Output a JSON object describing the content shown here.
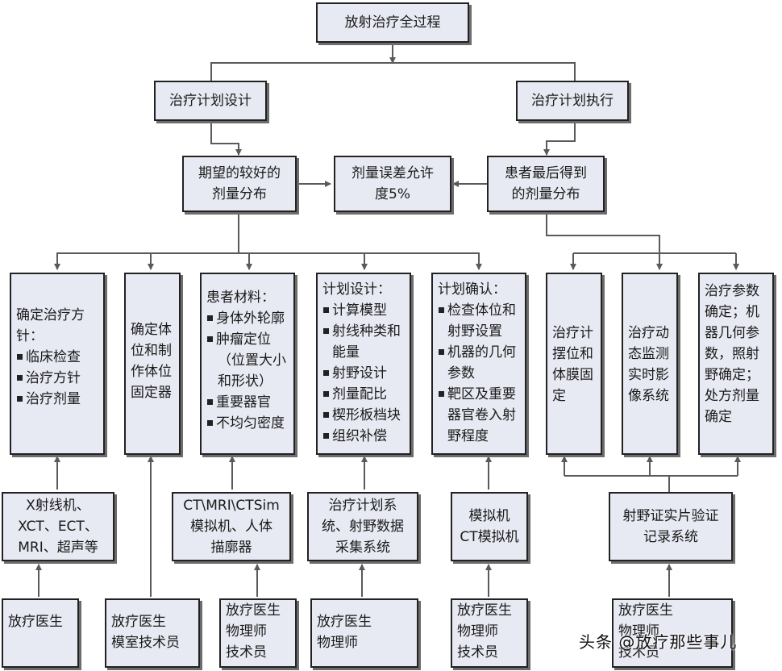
{
  "root": "放射治疗全过程",
  "design": "治疗计划设计",
  "execution": "治疗计划执行",
  "expected": "期望的较好的\n剂量分布",
  "tolerance": "剂量误差允许\n度5%",
  "received": "患者最后得到\n的剂量分布",
  "col1": {
    "title": "确定治疗方\n针：",
    "items": [
      "临床检查",
      "治疗方针",
      "治疗剂量"
    ],
    "equipment": "X射线机、\nXCT、ECT、\nMRI、超声等",
    "staff": "放疗医生"
  },
  "col2": {
    "text": "确定体\n位和制\n作体位\n固定器",
    "staff": "放疗医生\n模室技术员"
  },
  "col3": {
    "title": "患者材料：",
    "items": [
      "身体外轮廓",
      "肿瘤定位",
      "重要器官",
      "不均匀密度"
    ],
    "tumor_note": "（位置大小\n和形状）",
    "equipment": "CT\\MRI\\CTSim\n模拟机、人体\n描廓器",
    "staff": "放疗医生\n物理师\n技术员"
  },
  "col4": {
    "title": "计划设计：",
    "items": [
      "计算模型",
      "射线种类和\n能量",
      "射野设计",
      "剂量配比",
      "楔形板档块",
      "组织补偿"
    ],
    "equipment": "治疗计划系\n统、射野数据\n采集系统",
    "staff": "放疗医生\n物理师"
  },
  "col5": {
    "title": "计划确认：",
    "items": [
      "检查体位和\n射野设置",
      "机器的几何\n参数",
      "靶区及重要\n器官卷入射\n野程度"
    ],
    "equipment": "模拟机\nCT模拟机",
    "staff": "放疗医生\n物理师\n技术员"
  },
  "col6": {
    "text": "治疗计\n摆位和\n体膜固\n定"
  },
  "col7": {
    "text": "治疗动\n态监测\n实时影\n像系统"
  },
  "col8": {
    "text": "治疗参数\n确定；机\n器几何参\n数，照射\n野确定；\n处方剂量\n确定"
  },
  "verify": "射野证实片验证\n记录系统",
  "verify_staff": "放疗医生\n物理师\n技术员",
  "watermark": "头条 @放疗那些事儿"
}
